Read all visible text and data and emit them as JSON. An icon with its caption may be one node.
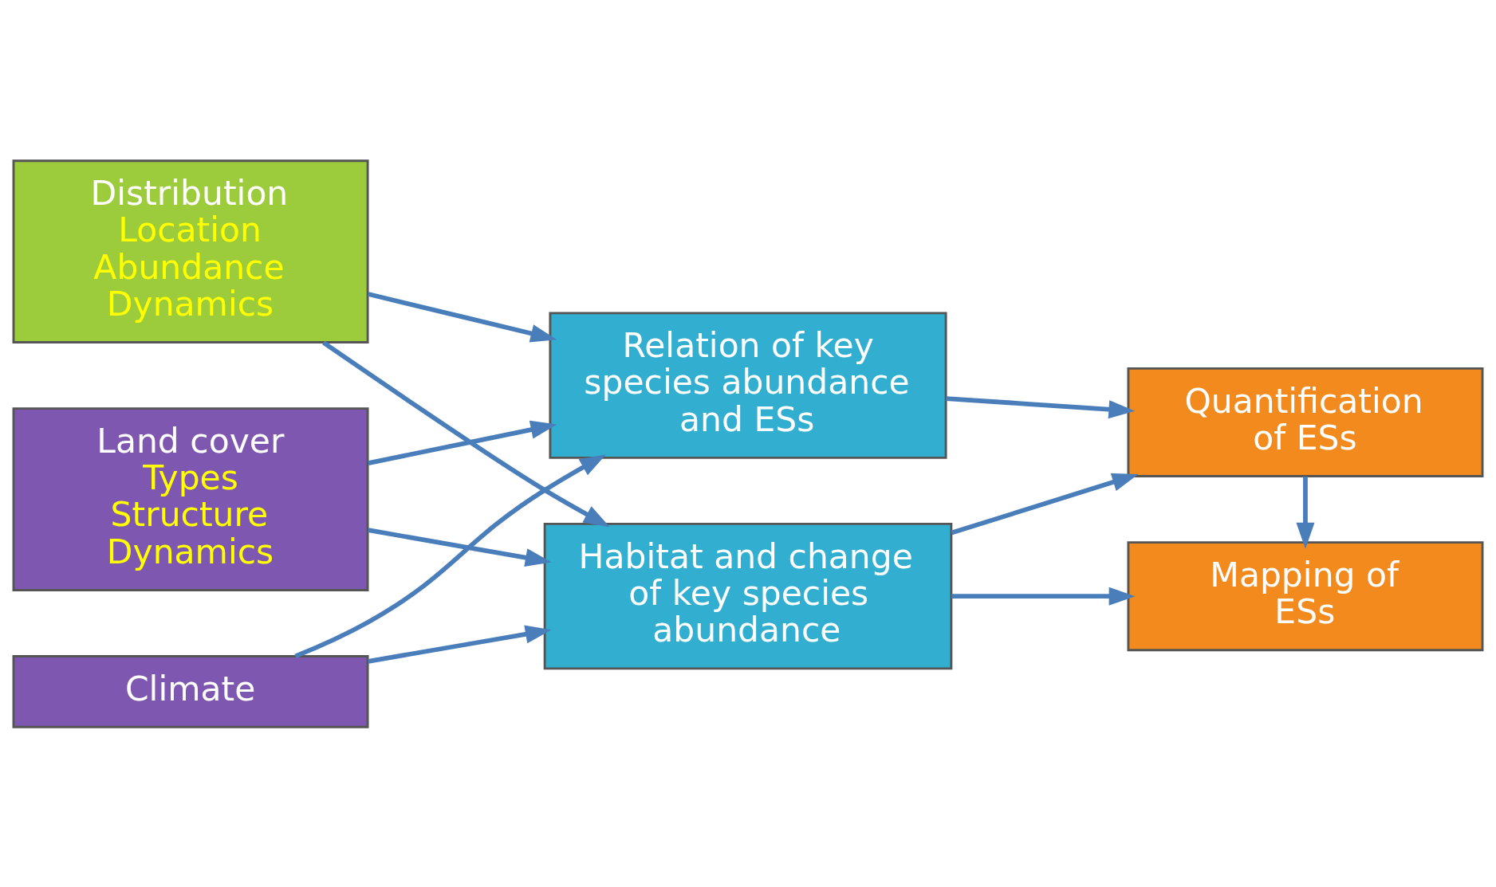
{
  "diagram": {
    "nodes": [
      {
        "text": [
          "Distribution",
          "Location",
          "Abundance",
          "Dynamics"
        ]
      },
      {
        "text": [
          "Land cover",
          "Types",
          "Structure",
          "Dynamics"
        ]
      },
      {
        "text": [
          "Climate"
        ]
      },
      {
        "text": [
          "Relation of key species abundance and ESs"
        ]
      },
      {
        "text": [
          "Habitat and change of key species abundance"
        ]
      },
      {
        "text": [
          "Quantification of ESs"
        ]
      },
      {
        "text": [
          "Mapping of ESs"
        ]
      }
    ],
    "edges": [
      {
        "from": 0,
        "to": 3,
        "arrow": "to"
      },
      {
        "from": 0,
        "to": 4,
        "arrow": "to"
      },
      {
        "from": 1,
        "to": 3,
        "arrow": "to"
      },
      {
        "from": 1,
        "to": 4,
        "arrow": "to"
      },
      {
        "from": 2,
        "to": 3,
        "arrow": "to"
      },
      {
        "from": 2,
        "to": 4,
        "arrow": "to"
      },
      {
        "from": 3,
        "to": 5,
        "arrow": "to"
      },
      {
        "from": 4,
        "to": 5,
        "arrow": "to"
      },
      {
        "from": 4,
        "to": 6,
        "arrow": "to"
      },
      {
        "from": 5,
        "to": 6,
        "arrow": "to"
      }
    ]
  }
}
